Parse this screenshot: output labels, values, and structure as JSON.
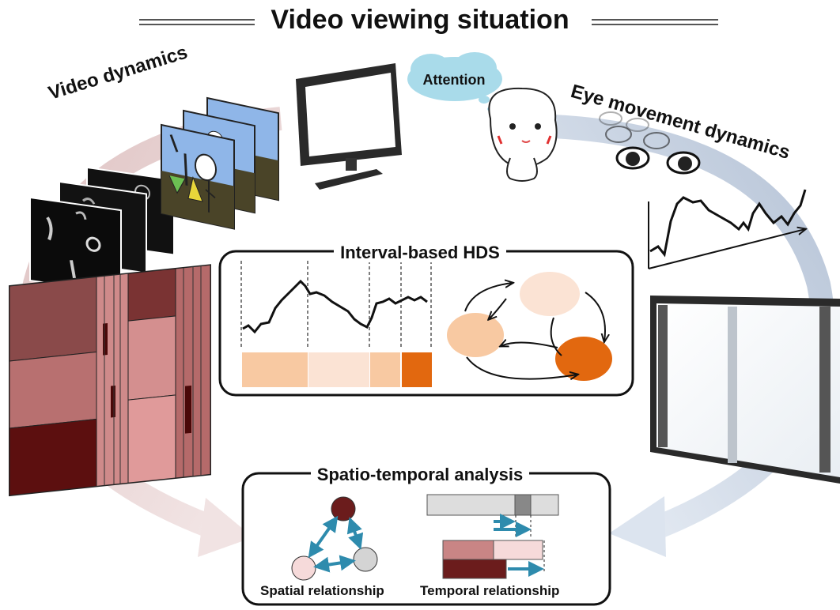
{
  "title": "Video viewing situation",
  "labels": {
    "video_dynamics": "Video dynamics",
    "attention": "Attention",
    "eye_movement_dynamics": "Eye movement dynamics",
    "interval_hds": "Interval-based HDS",
    "spatio_temporal": "Spatio-temporal analysis",
    "spatial_relationship": "Spatial relationship",
    "temporal_relationship": "Temporal relationship"
  },
  "colors": {
    "left_arrow": "#d8b3b3",
    "right_arrow": "#b7c4d8",
    "mode_light": "#f8c9a2",
    "mode_pale": "#fbe3d4",
    "mode_dark": "#e2680f",
    "relation_arrow": "#2e8bad",
    "node_dark": "#6b1c1c",
    "node_light": "#f6dada",
    "node_gray": "#d4d4d4",
    "screen_frame": "#2a2a2a",
    "cloud": "#a9dbea"
  },
  "icons": [
    "television-icon",
    "thought-cloud-icon",
    "viewer-girl-icon",
    "eyes-icon",
    "video-frames-icon",
    "treemap-icon",
    "eye-screen-icon"
  ]
}
